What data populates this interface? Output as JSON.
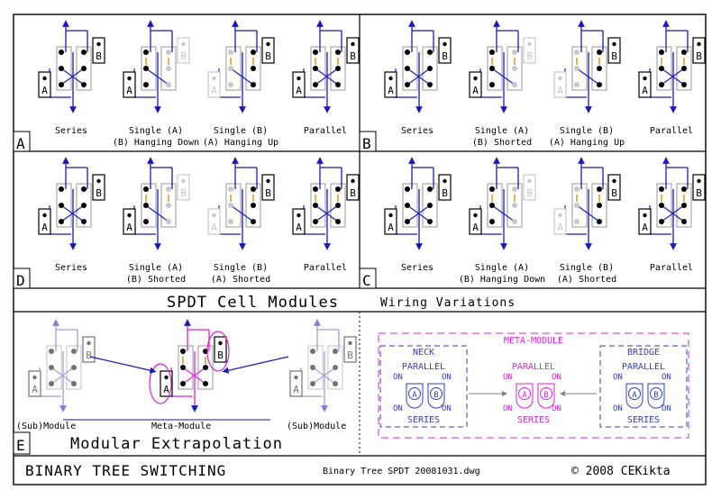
{
  "panels": [
    {
      "letter": "A",
      "labels": [
        [
          "Series"
        ],
        [
          "Single (A)",
          "(B) Hanging Down"
        ],
        [
          "Single (B)",
          "(A) Hanging Up"
        ],
        [
          "Parallel"
        ]
      ],
      "variants": [
        "series",
        "singleA",
        "singleB",
        "parallel"
      ]
    },
    {
      "letter": "B",
      "labels": [
        [
          "Series"
        ],
        [
          "Single (A)",
          "(B) Shorted"
        ],
        [
          "Single (B)",
          "(A) Hanging Up"
        ],
        [
          "Parallel"
        ]
      ],
      "variants": [
        "series",
        "singleA",
        "singleB",
        "parallel"
      ]
    },
    {
      "letter": "D",
      "labels": [
        [
          "Series"
        ],
        [
          "Single (A)",
          "(B) Shorted"
        ],
        [
          "Single (B)",
          "(A) Shorted"
        ],
        [
          "Parallel"
        ]
      ],
      "variants": [
        "series",
        "singleA",
        "singleB",
        "parallel"
      ]
    },
    {
      "letter": "C",
      "labels": [
        [
          "Series"
        ],
        [
          "Single (A)",
          "(B) Hanging Down"
        ],
        [
          "Single (B)",
          "(A) Shorted"
        ],
        [
          "Parallel"
        ]
      ],
      "variants": [
        "series",
        "singleA",
        "singleB",
        "parallel"
      ]
    }
  ],
  "switch_letters": {
    "a": "A",
    "b": "B"
  },
  "banner": {
    "title": "SPDT Cell Modules",
    "subtitle": "Wiring Variations"
  },
  "panel_e": {
    "letter": "E",
    "caption": "Modular Extrapolation",
    "labels": [
      "(Sub)Module",
      "Meta-Module",
      "(Sub)Module"
    ]
  },
  "meta_panel": {
    "title": "META-MODULE",
    "groups": [
      {
        "name": "NECK",
        "mode": "PARALLEL",
        "bottom": "SERIES",
        "on": "ON",
        "color": "#3040c8"
      },
      {
        "name": "",
        "mode": "PARALLEL",
        "bottom": "SERIES",
        "on": "ON",
        "color": "#e020e0"
      },
      {
        "name": "BRIDGE",
        "mode": "PARALLEL",
        "bottom": "SERIES",
        "on": "ON",
        "color": "#3040c8"
      }
    ]
  },
  "footer": {
    "title": "BINARY TREE SWITCHING",
    "filename": "Binary Tree SPDT 20081031.dwg",
    "copyright": "© 2008  CEKikta"
  },
  "colors": {
    "wire": "#1a1ab8",
    "orange": "#f08c00",
    "magenta": "#e020e0",
    "grey": "#b4b4b4",
    "frame": "#000000"
  }
}
